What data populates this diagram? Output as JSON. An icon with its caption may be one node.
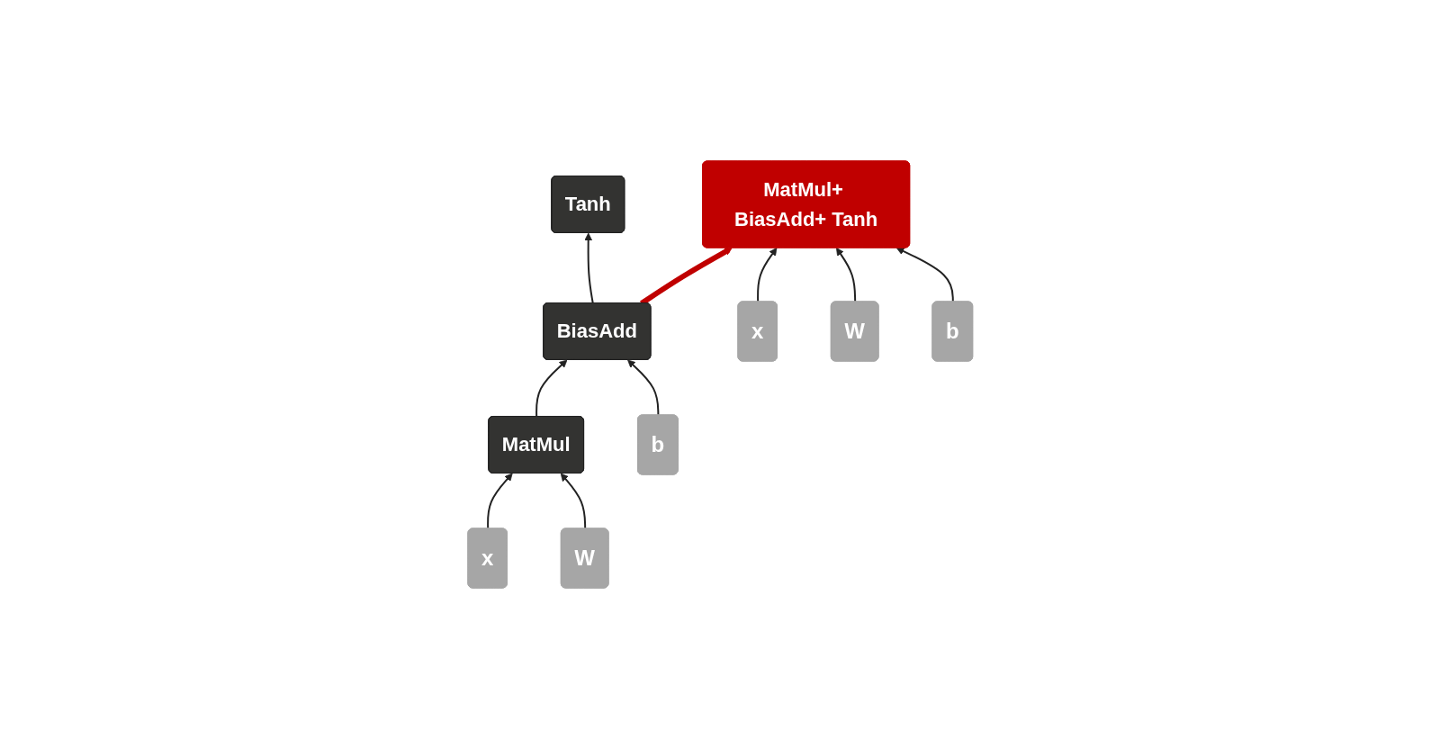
{
  "diagram": {
    "nodes": [
      {
        "text": [
          "Tanh"
        ]
      },
      {
        "text": [
          "BiasAdd"
        ]
      },
      {
        "text": [
          "MatMul"
        ]
      },
      {
        "text": [
          "x"
        ]
      },
      {
        "text": [
          "W"
        ]
      },
      {
        "text": [
          "b"
        ]
      },
      {
        "text": [
          "MatMul+ BiasAdd+ Tanh"
        ]
      },
      {
        "text": [
          "x"
        ]
      },
      {
        "text": [
          "W"
        ]
      },
      {
        "text": [
          "b"
        ]
      }
    ],
    "edges": [
      {
        "from": 3,
        "to": 2,
        "arrow": "to"
      },
      {
        "from": 4,
        "to": 2,
        "arrow": "to"
      },
      {
        "from": 2,
        "to": 1,
        "arrow": "to"
      },
      {
        "from": 5,
        "to": 1,
        "arrow": "to"
      },
      {
        "from": 1,
        "to": 0,
        "arrow": "to"
      },
      {
        "from": 1,
        "to": 6,
        "arrow": "to",
        "style": "thick",
        "color": "#c00000"
      },
      {
        "from": 7,
        "to": 6,
        "arrow": "to"
      },
      {
        "from": 8,
        "to": 6,
        "arrow": "to"
      },
      {
        "from": 9,
        "to": 6,
        "arrow": "to"
      }
    ]
  }
}
